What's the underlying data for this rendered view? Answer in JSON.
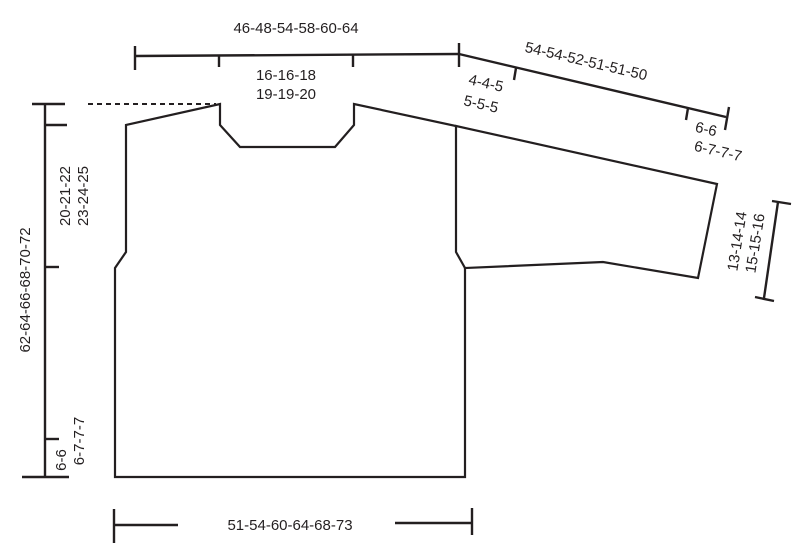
{
  "diagram": {
    "type": "knitting-pattern-schematic",
    "garment": "sweater",
    "unit": "cm",
    "line_color": "#231f20",
    "background": "#ffffff",
    "measurements": {
      "shoulder_width_total": "46-48-54-58-60-64",
      "neck_width_line1": "16-16-18",
      "neck_width_line2": "19-19-20",
      "sleeve_length": "54-54-52-51-51-50",
      "sleeve_top_line1": "4-4-5",
      "sleeve_top_line2": "5-5-5",
      "sleeve_cuff_line1": "6-6",
      "sleeve_cuff_line2": "6-7-7-7",
      "sleeve_width_line1": "13-14-14",
      "sleeve_width_line2": "15-15-16",
      "total_length": "62-64-66-68-70-72",
      "armhole_depth_line1": "20-21-22",
      "armhole_depth_line2": "23-24-25",
      "rib_line1": "6-6",
      "rib_line2": "6-7-7-7",
      "body_width": "51-54-60-64-68-73"
    }
  }
}
